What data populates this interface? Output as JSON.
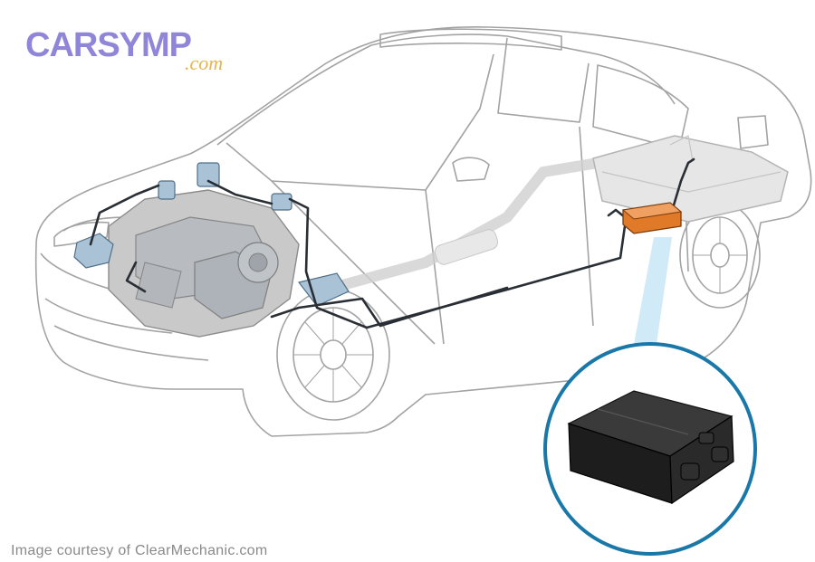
{
  "brand": {
    "name": "CARSYMP",
    "domain": ".com"
  },
  "credit": "Image courtesy of ClearMechanic.com",
  "colors": {
    "brand": "#8f86d9",
    "brand_sub": "#e3b64f",
    "outline": "#9a9a9a",
    "engine": "#9aa9b6",
    "hoses": "#2a2e35",
    "canister": "#e07a28",
    "callout_ring": "#1a78a8",
    "callout_beam": "#b9def5"
  },
  "icons": [
    "car-icon",
    "engine-icon",
    "fuel-tank-icon",
    "charcoal-canister-icon"
  ]
}
